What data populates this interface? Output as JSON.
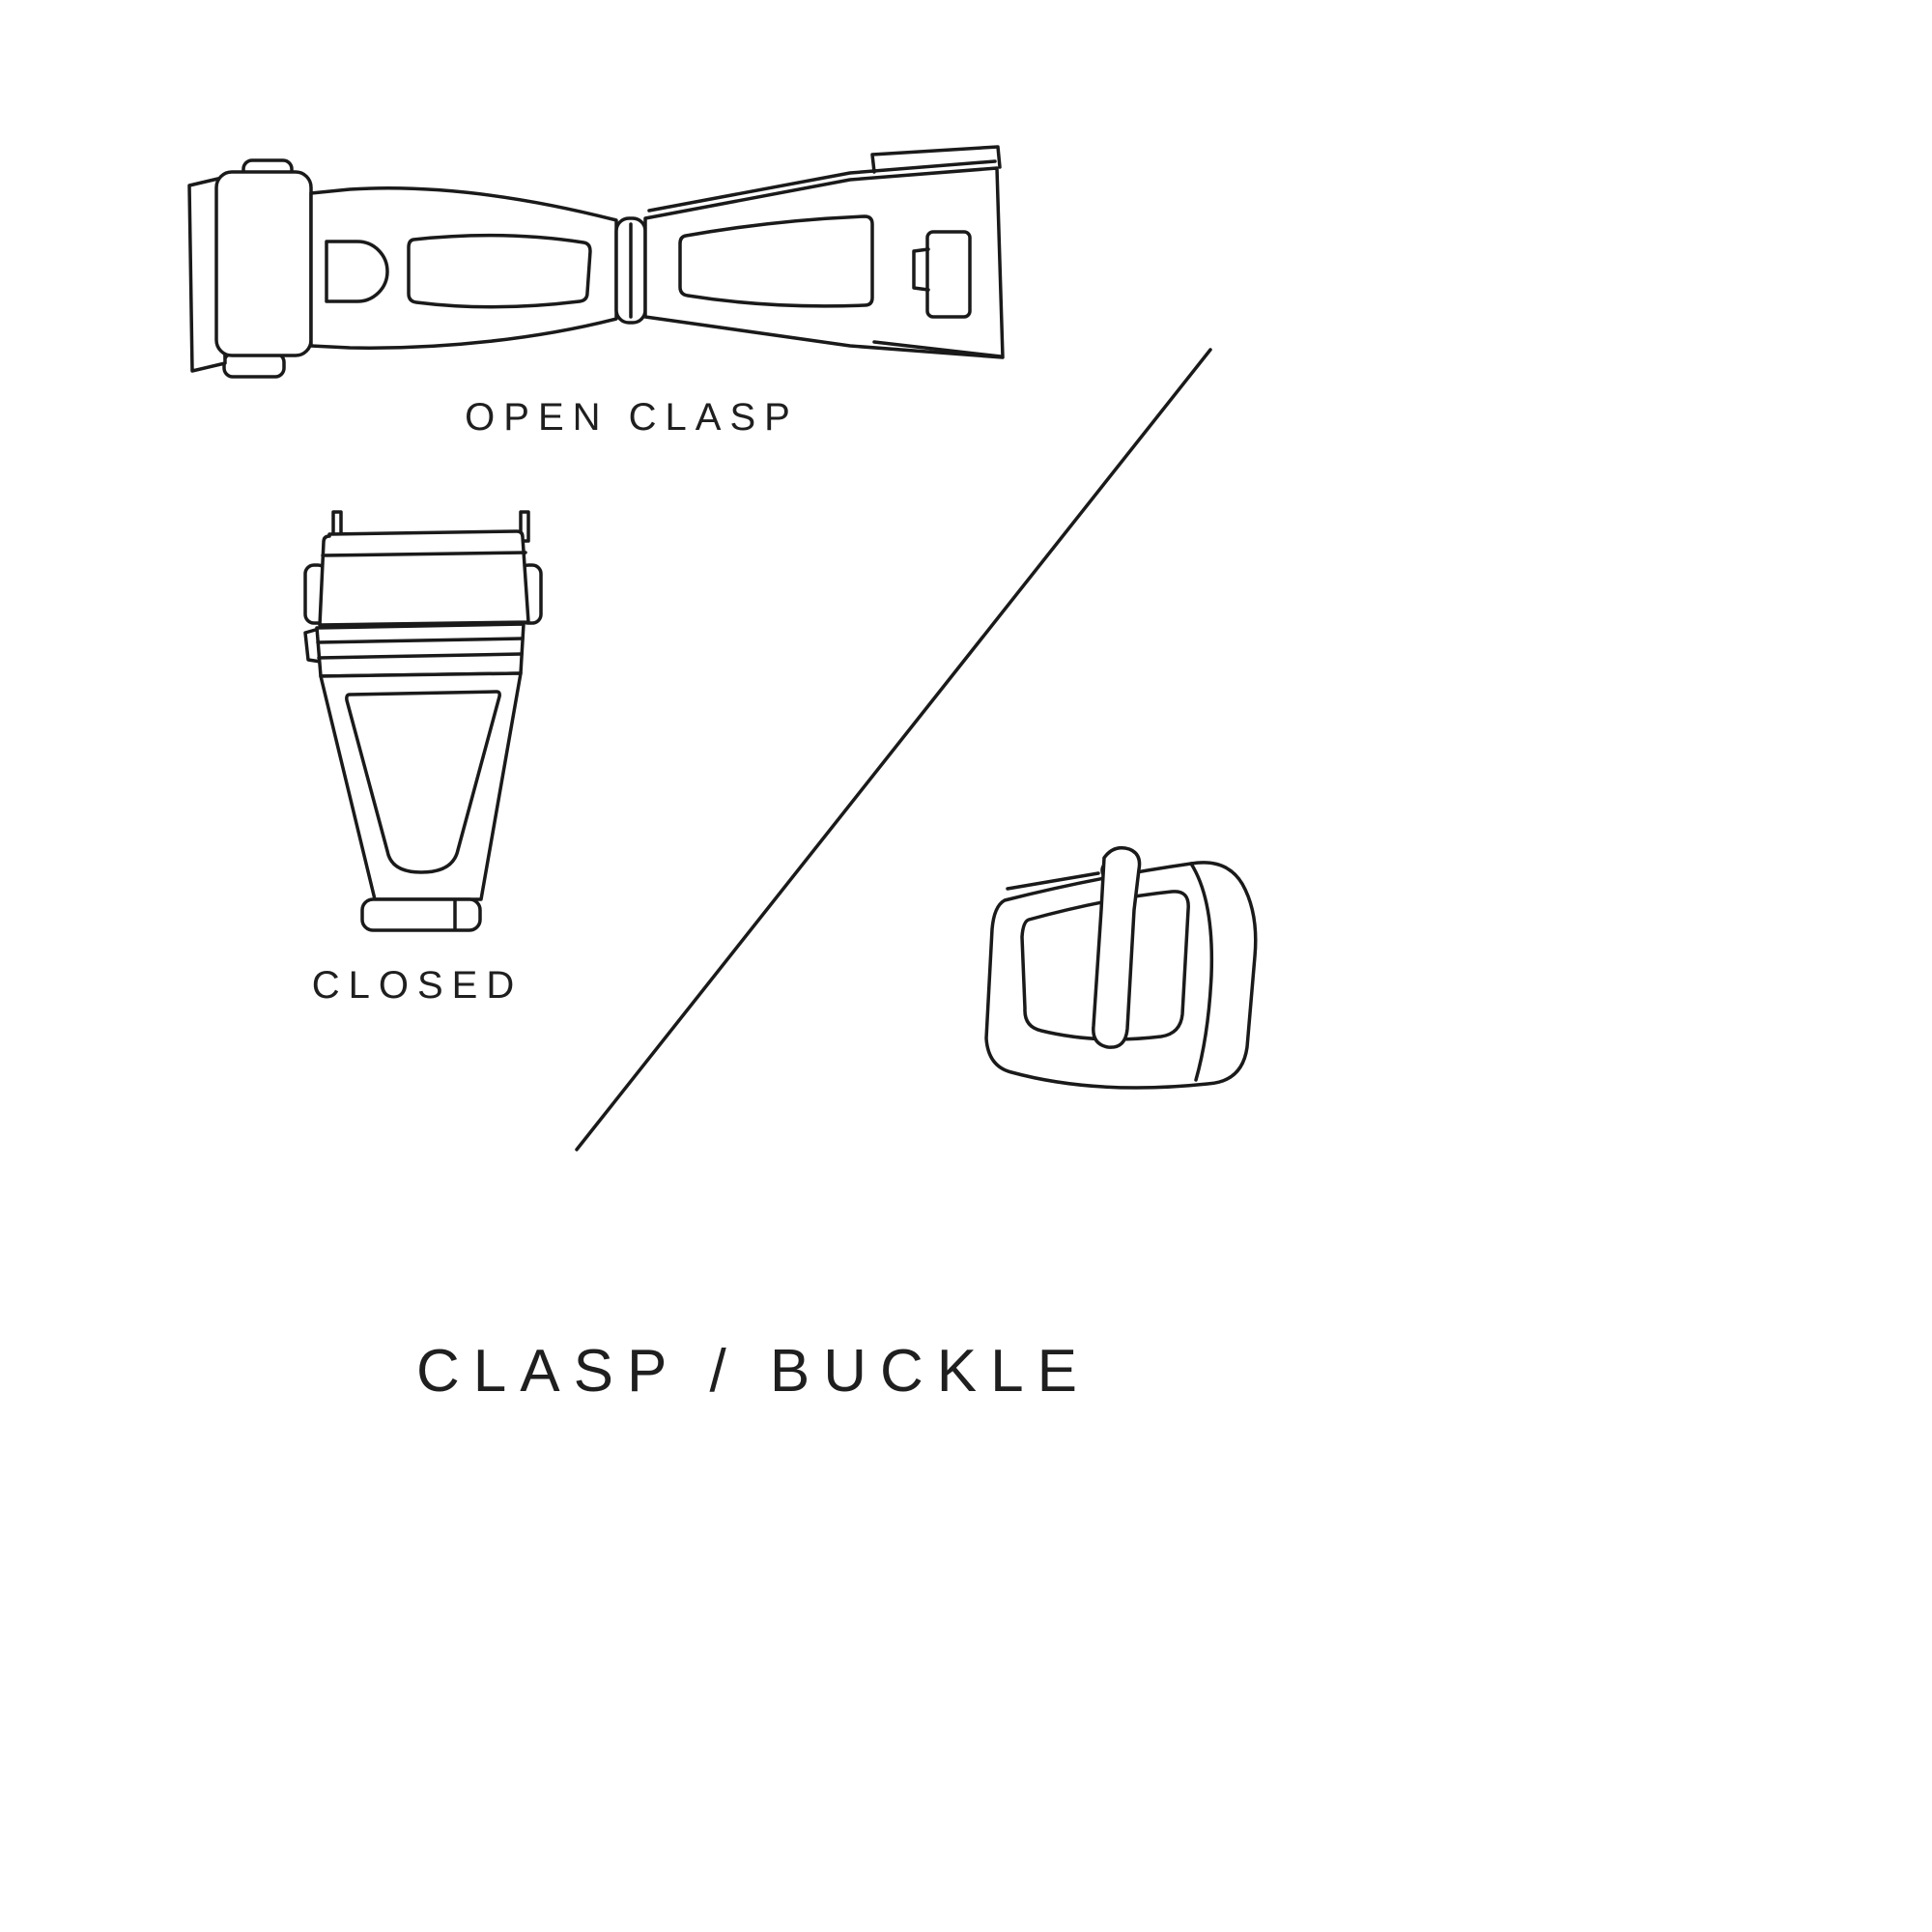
{
  "title": "CLASP / BUCKLE",
  "labels": {
    "open_clasp": "OPEN CLASP",
    "closed": "CLOSED"
  },
  "illustrations": {
    "open_clasp": "open watch clasp line drawing",
    "closed_clasp": "closed watch clasp line drawing",
    "buckle": "watch tang buckle line drawing"
  },
  "colors": {
    "ink": "#1a1a1a",
    "background": "#ffffff"
  }
}
